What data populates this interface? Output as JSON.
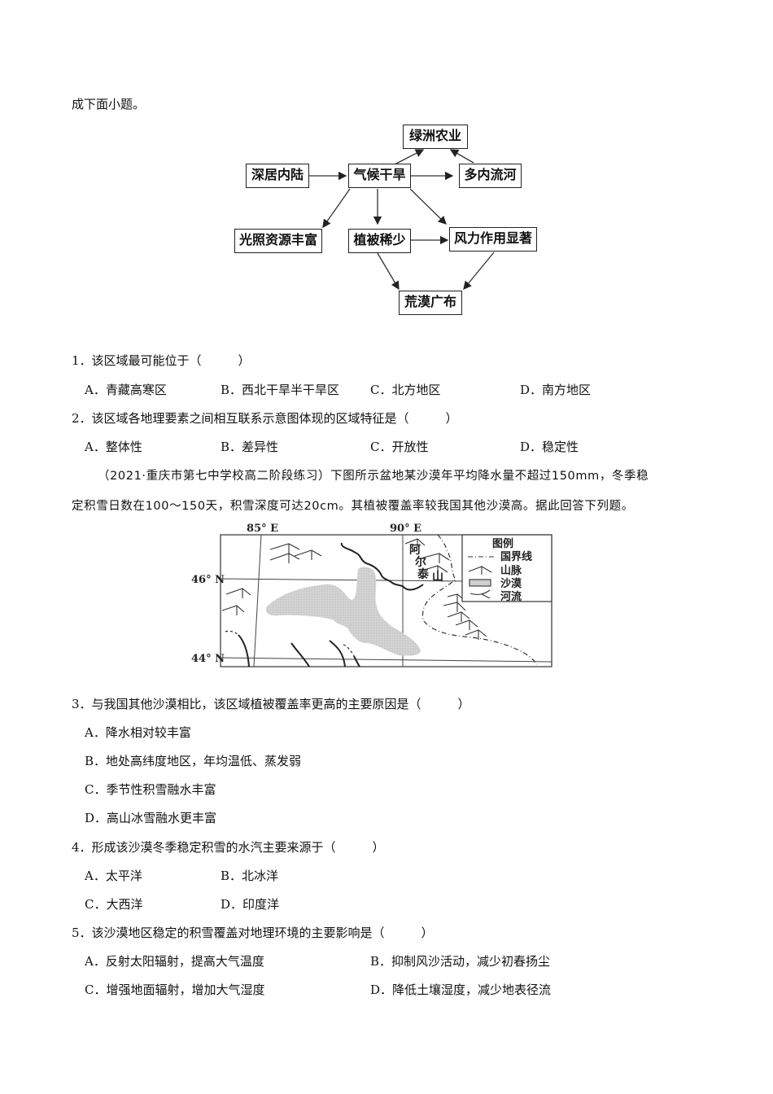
{
  "intro_tail": "成下面小题。",
  "flowchart": {
    "nodes": {
      "oasis": "绿洲农业",
      "inland": "深居内陆",
      "arid": "气候干旱",
      "rivers": "多内流河",
      "sunlight": "光照资源丰富",
      "vegetation": "植被稀少",
      "wind": "风力作用显著",
      "desert": "荒漠广布"
    }
  },
  "questions": [
    {
      "stem": "1．该区域最可能位于（　　　）",
      "options": [
        "A．青藏高寒区",
        "B．西北干旱半干旱区",
        "C．北方地区",
        "D．南方地区"
      ]
    },
    {
      "stem": "2．该区域各地理要素之间相互联系示意图体现的区域特征是（　　　）",
      "options": [
        "A．整体性",
        "B．差异性",
        "C．开放性",
        "D．稳定性"
      ]
    },
    {
      "stem": "3．与我国其他沙漠相比，该区域植被覆盖率更高的主要原因是（　　　）",
      "options": [
        "A．降水相对较丰富",
        "B．地处高纬度地区，年均温低、蒸发弱",
        "C．季节性积雪融水丰富",
        "D．高山冰雪融水更丰富"
      ]
    },
    {
      "stem": "4．形成该沙漠冬季稳定积雪的水汽主要来源于（　　　）",
      "options": [
        "A．太平洋",
        "B．北冰洋",
        "C．大西洋",
        "D．印度洋"
      ]
    },
    {
      "stem": "5．该沙漠地区稳定的积雪覆盖对地理环境的主要影响是（　　　）",
      "options": [
        "A．反射太阳辐射，提高大气温度",
        "B．抑制风沙活动，减少初春扬尘",
        "C．增强地面辐射，增加大气湿度",
        "D．降低土壤湿度，减少地表径流"
      ]
    }
  ],
  "passage": {
    "line1": "（2021·重庆市第七中学校高二阶段练习）下图所示盆地某沙漠年平均降水量不超过150mm，冬季稳",
    "line2": "定积雪日数在100～150天，积雪深度可达20cm。其植被覆盖率较我国其他沙漠高。据此回答下列题。"
  },
  "map": {
    "lon_labels": [
      "85° E",
      "90° E"
    ],
    "lat_labels": [
      "46° N",
      "44° N"
    ],
    "mountain_label": [
      "阿",
      "尔",
      "泰",
      "山"
    ],
    "legend": {
      "title": "图例",
      "items": [
        "国界线",
        "山脉",
        "沙漠",
        "河流"
      ]
    },
    "colors": {
      "desert": "#cfcfcf",
      "line": "#222222"
    }
  }
}
